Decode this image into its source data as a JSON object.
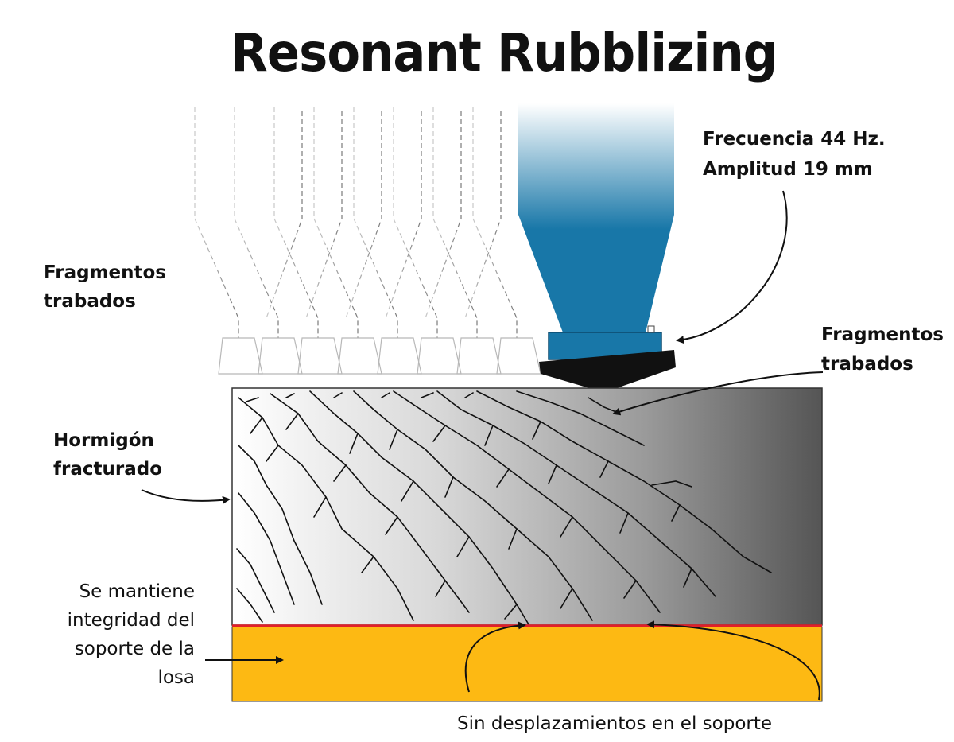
{
  "title": "Resonant Rubblizing",
  "labels": {
    "frequency": "Frecuencia 44 Hz.",
    "amplitude": "Amplitud 19 mm",
    "fragments_left_1": "Fragmentos",
    "fragments_left_2": "trabados",
    "fragments_right_1": "Fragmentos",
    "fragments_right_2": "trabados",
    "concrete_1": "Hormigón",
    "concrete_2": "fracturado",
    "support_1": "Se mantiene",
    "support_2": "integridad del",
    "support_3": "soporte de la",
    "support_4": "losa",
    "no_displacement": "Sin desplazamientos en el soporte"
  },
  "colors": {
    "machine_blue": "#1877a8",
    "base_yellow": "#fdb913",
    "interface_red": "#e0202a",
    "slab_dark": "#5a5a5a"
  }
}
